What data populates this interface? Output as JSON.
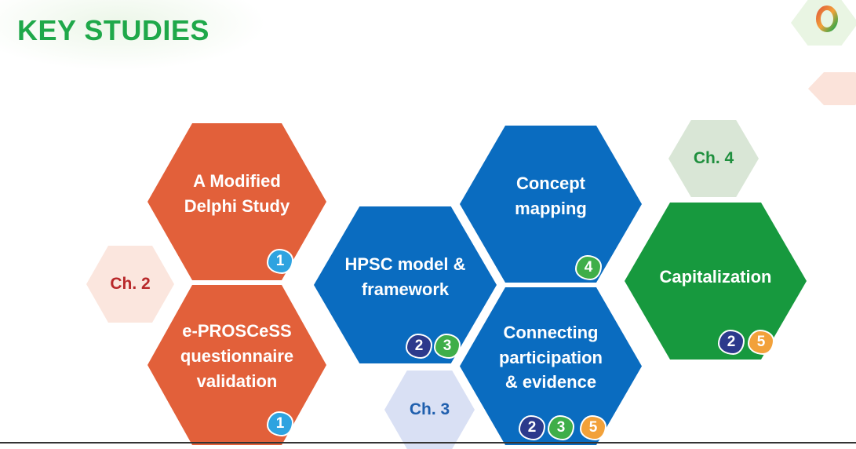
{
  "title": "KEY STUDIES",
  "logo": {
    "letter": "O"
  },
  "colors": {
    "orange": "#e2603a",
    "blue": "#0a6cc0",
    "green": "#17993e",
    "title": "#1fa84a"
  },
  "studies": [
    {
      "label": "A Modified\nDelphi Study",
      "badges": [
        "1"
      ]
    },
    {
      "label": "e-PROSCeSS\nquestionnaire\nvalidation",
      "badges": [
        "1"
      ]
    },
    {
      "label": "HPSC model &\nframework",
      "badges": [
        "2",
        "3"
      ]
    },
    {
      "label": "Concept\nmapping",
      "badges": [
        "4"
      ]
    },
    {
      "label": "Connecting\nparticipation\n& evidence",
      "badges": [
        "2",
        "3",
        "5"
      ]
    },
    {
      "label": "Capitalization",
      "badges": [
        "2",
        "5"
      ]
    }
  ],
  "chapters": [
    {
      "label": "Ch. 2"
    },
    {
      "label": "Ch. 3"
    },
    {
      "label": "Ch. 4"
    }
  ]
}
